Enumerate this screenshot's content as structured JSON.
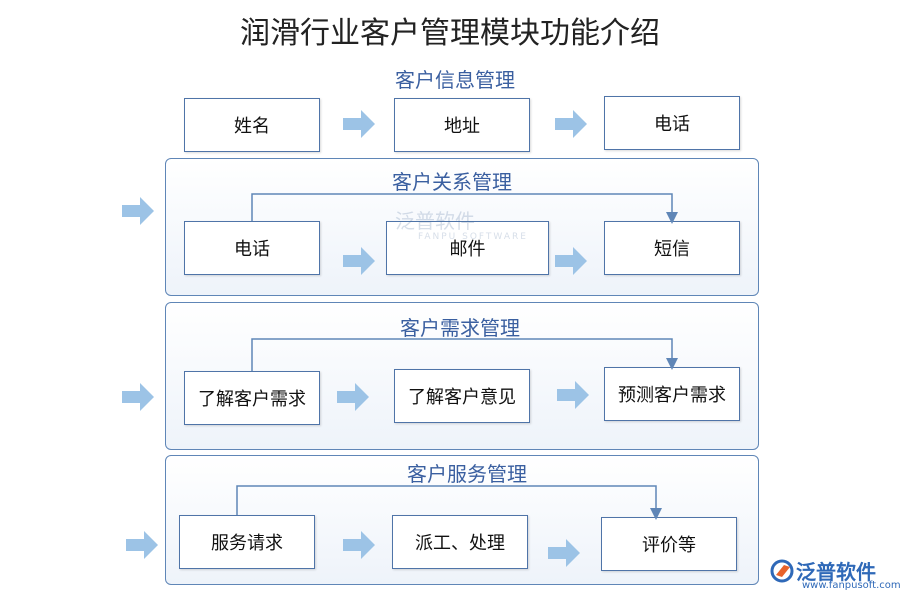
{
  "title": "润滑行业客户管理模块功能介绍",
  "sections": [
    {
      "heading": "客户信息管理",
      "nodes": [
        "姓名",
        "地址",
        "电话"
      ]
    },
    {
      "heading": "客户关系管理",
      "nodes": [
        "电话",
        "邮件",
        "短信"
      ]
    },
    {
      "heading": "客户需求管理",
      "nodes": [
        "了解客户需求",
        "了解客户意见",
        "预测客户需求"
      ]
    },
    {
      "heading": "客户服务管理",
      "nodes": [
        "服务请求",
        "派工、处理",
        "评价等"
      ]
    }
  ],
  "watermark": {
    "text": "泛普软件",
    "sub": "FANPU SOFTWARE"
  },
  "logo": {
    "text": "泛普软件",
    "url": "www.fanpusoft.com"
  },
  "colors": {
    "arrow": "#9cc3e6",
    "border": "#4f74a8",
    "heading": "#3a5fa0"
  }
}
